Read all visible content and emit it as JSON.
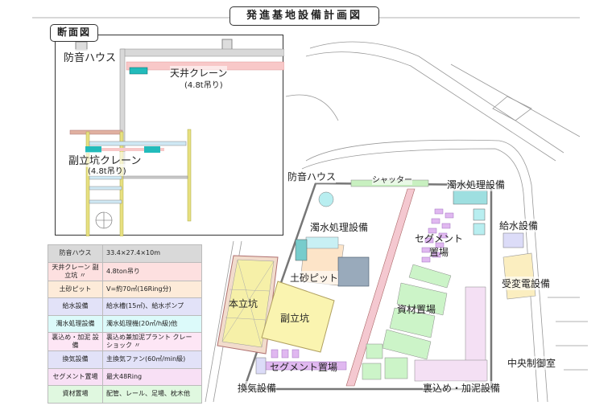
{
  "title": "発進基地設備計画図",
  "section": {
    "tag": "断面図",
    "labels": {
      "house": "防音ハウス",
      "ceiling_crane": "天井クレーン",
      "ceiling_crane_cap": "(4.8t吊り)",
      "sub_shaft_crane": "副立坑クレーン",
      "sub_shaft_crane_cap": "(4.8t吊り)"
    }
  },
  "table": [
    {
      "item": "防音ハウス",
      "spec": "33.4×27.4×10m",
      "color": "#d9d9d9"
    },
    {
      "item": "天井クレーン 副立坑 〃",
      "spec": "4.8ton吊り",
      "color": "#fde0e0"
    },
    {
      "item": "土砂ピット",
      "spec": "V=約70㎥(16Ring分)",
      "color": "#fdebd9"
    },
    {
      "item": "給水設備",
      "spec": "給水槽(15㎥)、給水ポンプ",
      "color": "#e2e2f8"
    },
    {
      "item": "濁水処理設備",
      "spec": "濁水処理機(20㎥/h級)他",
      "color": "#dcfafa"
    },
    {
      "item": "裏込め・加泥 設備",
      "spec": "裏込め兼加泥プラント クレーショック 〃",
      "color": "#fde6f5"
    },
    {
      "item": "換気設備",
      "spec": "主換気ファン(60㎥/min級)",
      "color": "#e2e2f8"
    },
    {
      "item": "セグメント置場",
      "spec": "最大48Ring",
      "color": "#f8e0f5"
    },
    {
      "item": "資材置場",
      "spec": "配管、レール、足場、枕木他",
      "color": "#e0f8e0"
    }
  ],
  "plan": {
    "house": "防音ハウス",
    "shutter": "シャッター",
    "turbid_water_1": "濁水処理設備",
    "turbid_water_2": "濁水処理設備",
    "water_supply": "給水設備",
    "segment_yard_1": "セグメント置場",
    "soil_pit": "土砂ピット",
    "substation": "受変電設備",
    "main_shaft": "本立坑",
    "sub_shaft": "副立坑",
    "material_yard": "資材置場",
    "control_room": "中央制御室",
    "segment_yard_2": "セグメント置場",
    "ventilation": "換気設備",
    "backfill": "裏込め・加泥設備"
  }
}
